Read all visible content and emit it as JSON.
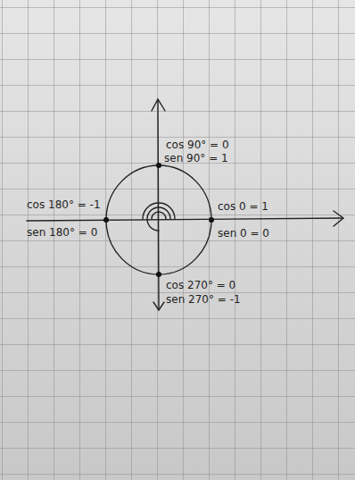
{
  "diagram": {
    "labels": [
      "cos 90° = 0",
      "sen 90° = 1",
      "cos 180° = -1",
      "sen 180° = 0",
      "cos 0 = 1",
      "sen 0 = 0",
      "cos 270° = 0",
      "sen 270° = -1"
    ]
  }
}
